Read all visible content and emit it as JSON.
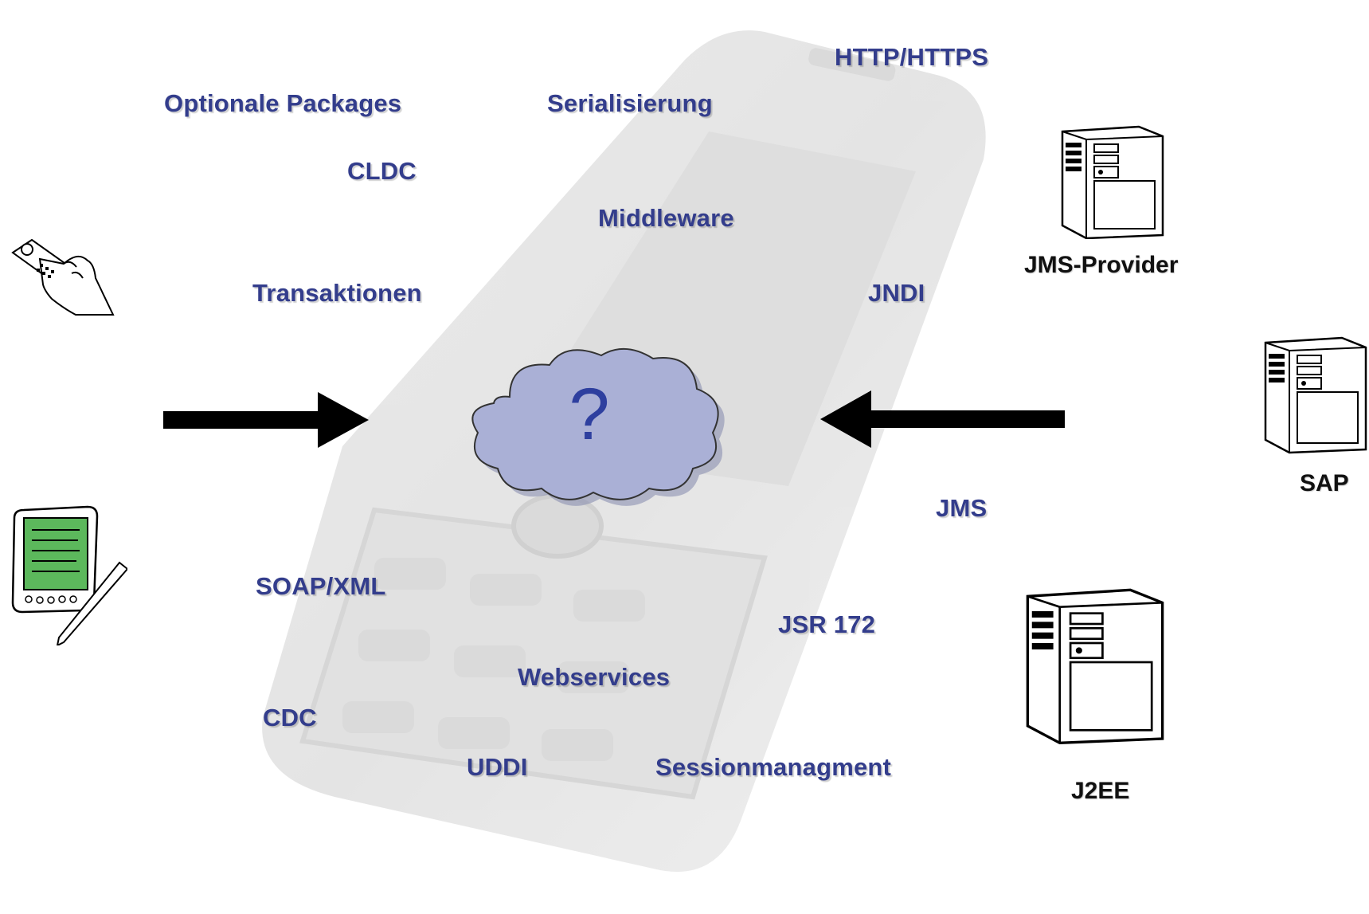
{
  "terms": {
    "http": "HTTP/HTTPS",
    "optionale": "Optionale Packages",
    "serialisierung": "Serialisierung",
    "cldc": "CLDC",
    "middleware": "Middleware",
    "transaktionen": "Transaktionen",
    "jndi": "JNDI",
    "jms": "JMS",
    "soap": "SOAP/XML",
    "jsr": "JSR 172",
    "webservices": "Webservices",
    "cdc": "CDC",
    "uddi": "UDDI",
    "session": "Sessionmanagment"
  },
  "cloud": {
    "symbol": "?"
  },
  "servers": {
    "jms_provider": "JMS-Provider",
    "sap": "SAP",
    "j2ee": "J2EE"
  },
  "icons": {
    "background": "mobile-phone-icon",
    "left_top": "hand-held-phone-icon",
    "left_bottom": "pda-stylus-icon",
    "servers": "server-tower-icon",
    "arrows": "arrow-icon",
    "cloud": "cloud-icon"
  },
  "colors": {
    "term_text": "#333d8c",
    "cloud_fill": "#aab0d6",
    "arrow": "#000000",
    "pda_screen": "#5cb85c"
  }
}
